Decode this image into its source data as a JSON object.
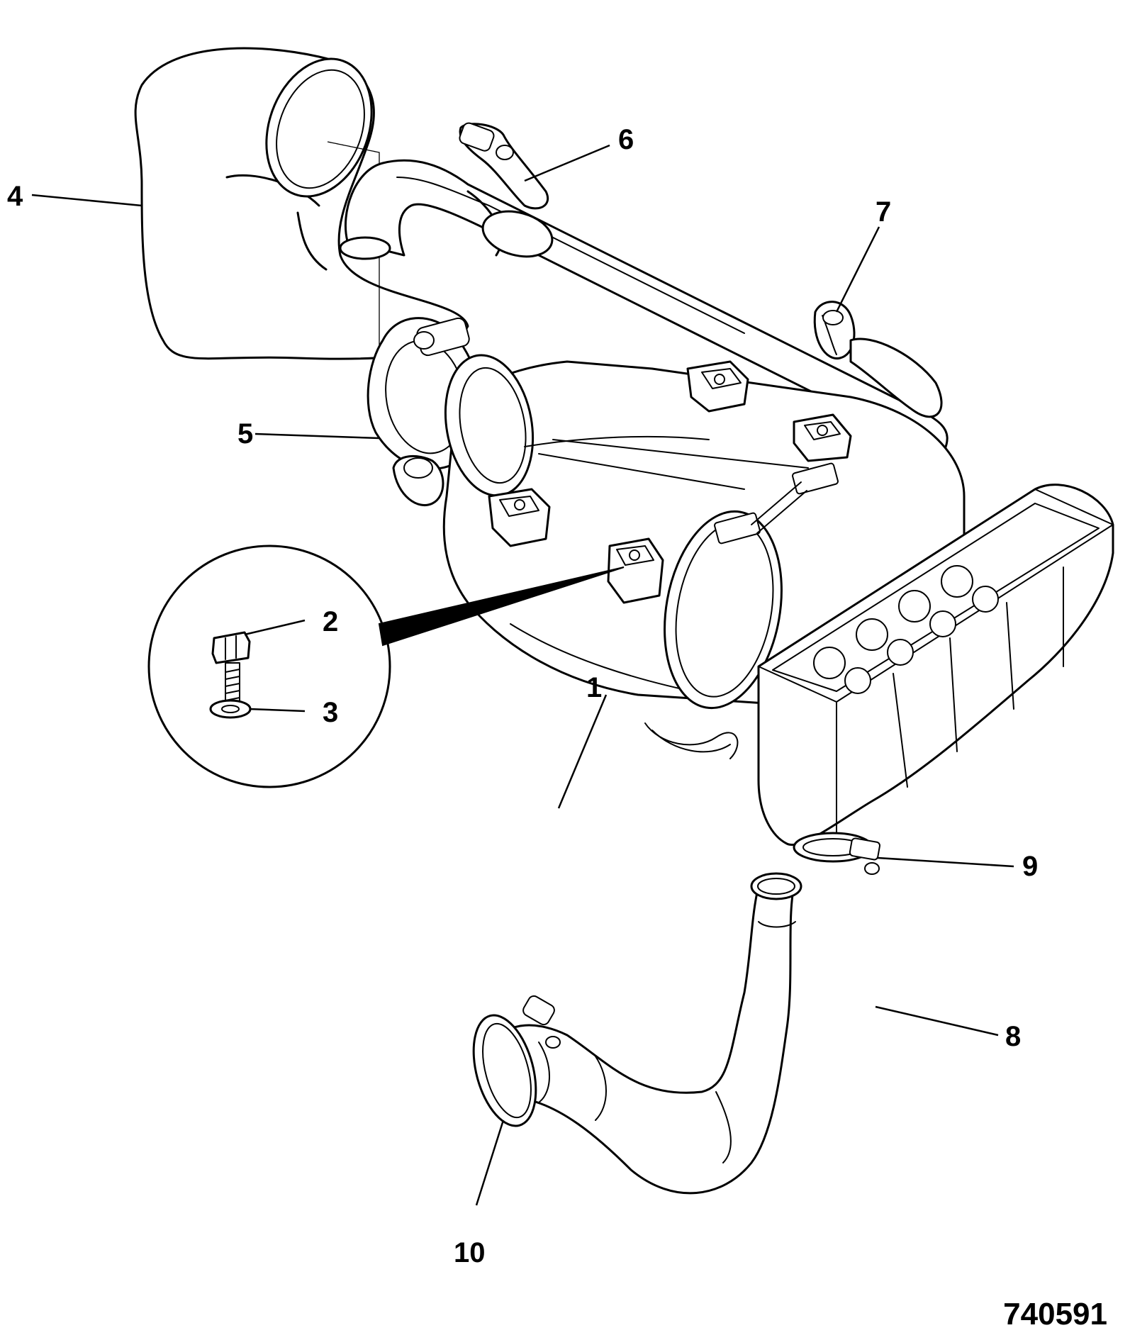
{
  "diagram": {
    "figure_number": "740591",
    "callouts": [
      "1",
      "2",
      "3",
      "4",
      "5",
      "6",
      "7",
      "8",
      "9",
      "10"
    ]
  }
}
